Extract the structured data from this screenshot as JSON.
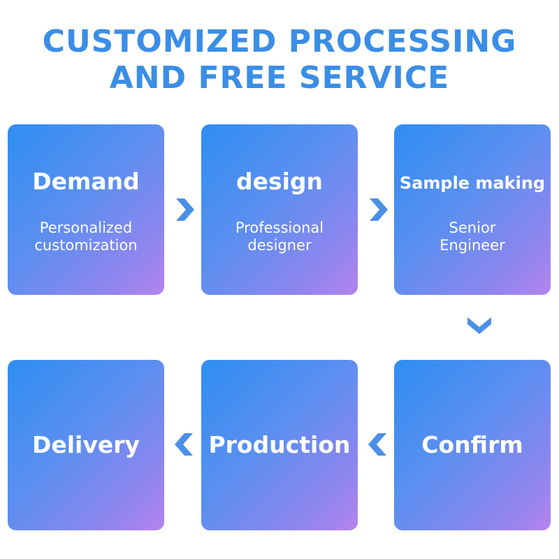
{
  "title": {
    "line1": "CUSTOMIZED PROCESSING",
    "line2": "AND FREE SERVICE"
  },
  "steps": [
    {
      "heading": "Demand",
      "sub_line1": "Personalized",
      "sub_line2": "customization"
    },
    {
      "heading": "design",
      "sub_line1": "Professional",
      "sub_line2": "designer"
    },
    {
      "heading": "Sample making",
      "sub_line1": "Senior",
      "sub_line2": "Engineer"
    },
    {
      "heading": "Confirm"
    },
    {
      "heading": "Production"
    },
    {
      "heading": "Delivery"
    }
  ],
  "colors": {
    "title": "#3a8ee6",
    "box_gradient_start": "#2f8ef2",
    "box_gradient_end": "#b583ee",
    "arrow": "#4a8fe8"
  },
  "icons": [
    "chevron-right-icon",
    "chevron-down-icon",
    "chevron-left-icon"
  ]
}
